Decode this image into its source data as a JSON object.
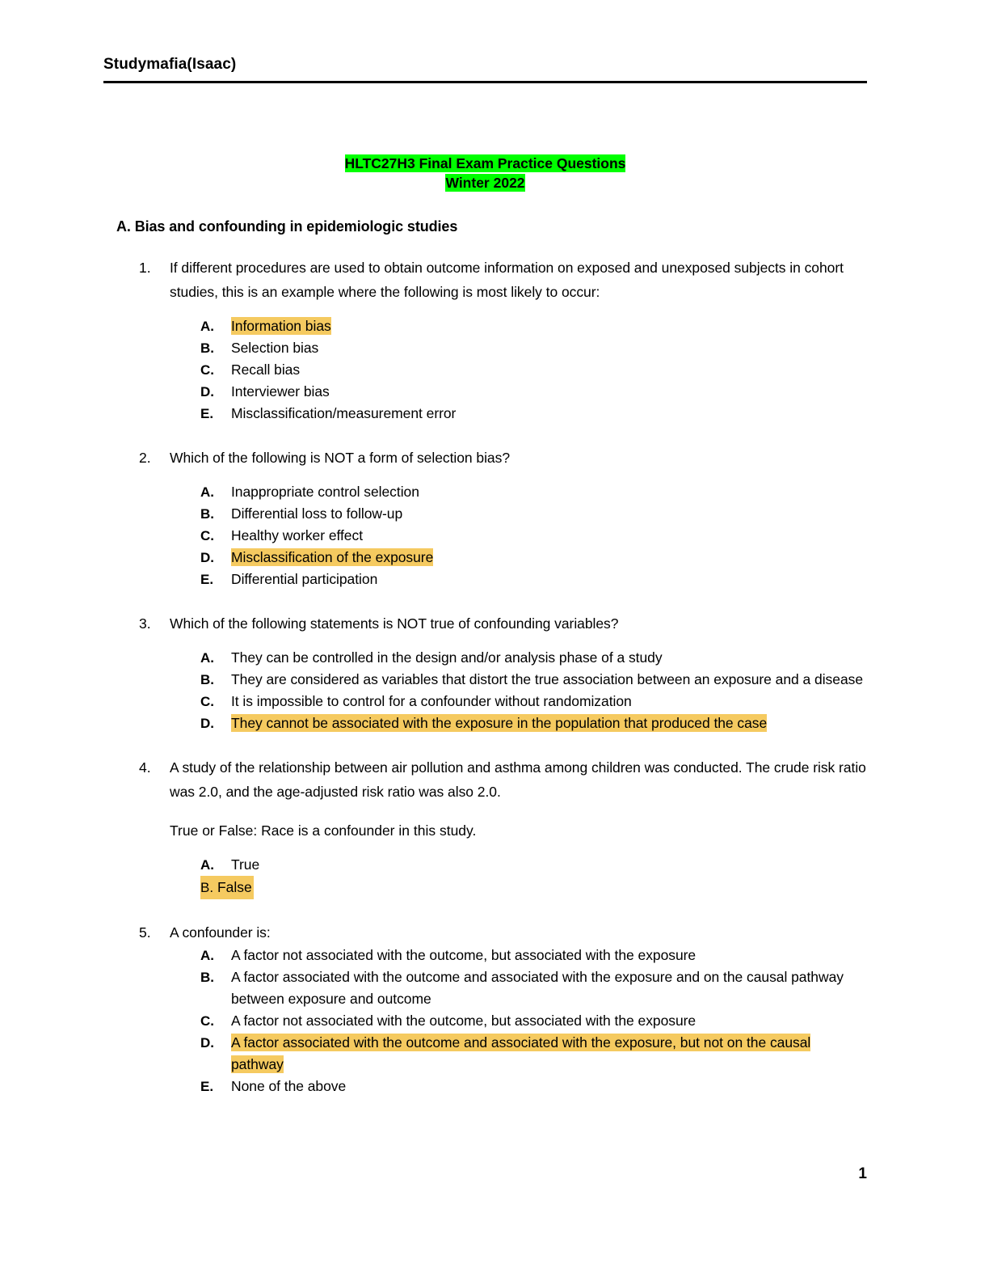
{
  "document": {
    "header_text": "Studymafia(Isaac)",
    "page_number": "1",
    "highlight_color_answer": "#f5ca60",
    "highlight_color_title": "#00ff00"
  },
  "title": {
    "line1": "HLTC27H3 Final Exam Practice Questions",
    "line2": "Winter 2022"
  },
  "section": {
    "heading": "A. Bias and confounding in epidemiologic studies"
  },
  "questions": [
    {
      "number": "1.",
      "text": "If different procedures are used to obtain outcome information on exposed and unexposed subjects in cohort studies, this is an example where the following is most likely to occur:",
      "options": [
        {
          "letter": "A.",
          "text": "Information bias",
          "highlighted": true
        },
        {
          "letter": "B.",
          "text": "Selection bias",
          "highlighted": false
        },
        {
          "letter": "C.",
          "text": "Recall bias",
          "highlighted": false
        },
        {
          "letter": "D.",
          "text": "Interviewer bias",
          "highlighted": false
        },
        {
          "letter": "E.",
          "text": "Misclassification/measurement error",
          "highlighted": false
        }
      ]
    },
    {
      "number": "2.",
      "text": "Which of the following is NOT a form of selection bias?",
      "options": [
        {
          "letter": "A.",
          "text": "Inappropriate control selection",
          "highlighted": false
        },
        {
          "letter": "B.",
          "text": "Differential loss to follow-up",
          "highlighted": false
        },
        {
          "letter": "C.",
          "text": "Healthy worker effect",
          "highlighted": false
        },
        {
          "letter": "D.",
          "text": "Misclassification of the exposure",
          "highlighted": true
        },
        {
          "letter": "E.",
          "text": "Differential participation",
          "highlighted": false
        }
      ]
    },
    {
      "number": "3.",
      "text": "Which of the following statements is NOT true of confounding variables?",
      "options": [
        {
          "letter": "A.",
          "text": "They can be controlled in the design and/or analysis phase of a study",
          "highlighted": false
        },
        {
          "letter": "B.",
          "text": "They are considered as variables that distort the true association between an exposure and a disease",
          "highlighted": false
        },
        {
          "letter": "C.",
          "text": "It is impossible to control for a confounder without randomization",
          "highlighted": false
        },
        {
          "letter": "D.",
          "text": "They cannot be associated with the exposure in the population that produced the case",
          "highlighted": true
        }
      ]
    },
    {
      "number": "4.",
      "text": "A study of the relationship between air pollution and asthma among children was conducted. The crude risk ratio was 2.0, and the age-adjusted risk ratio was also 2.0.",
      "subtext": "True or False: Race is a confounder in this study.",
      "options": [
        {
          "letter": "A.",
          "text": "True",
          "highlighted": false
        },
        {
          "letter": "B.",
          "text": "False",
          "highlighted": true,
          "highlight_includes_letter": true
        }
      ]
    },
    {
      "number": "5.",
      "text": "A confounder is:",
      "options": [
        {
          "letter": "A.",
          "text": "A factor not associated with the outcome, but associated with the exposure",
          "highlighted": false
        },
        {
          "letter": "B.",
          "text": "A factor associated with the outcome and associated with the exposure and on the causal pathway between exposure and outcome",
          "highlighted": false
        },
        {
          "letter": "C.",
          "text": "A factor not associated with the outcome, but associated with the exposure",
          "highlighted": false
        },
        {
          "letter": "D.",
          "text": "A factor associated with the outcome and associated with the exposure, but not on the causal pathway",
          "highlighted": true
        },
        {
          "letter": "E.",
          "text": "None of the above",
          "highlighted": false
        }
      ]
    }
  ]
}
